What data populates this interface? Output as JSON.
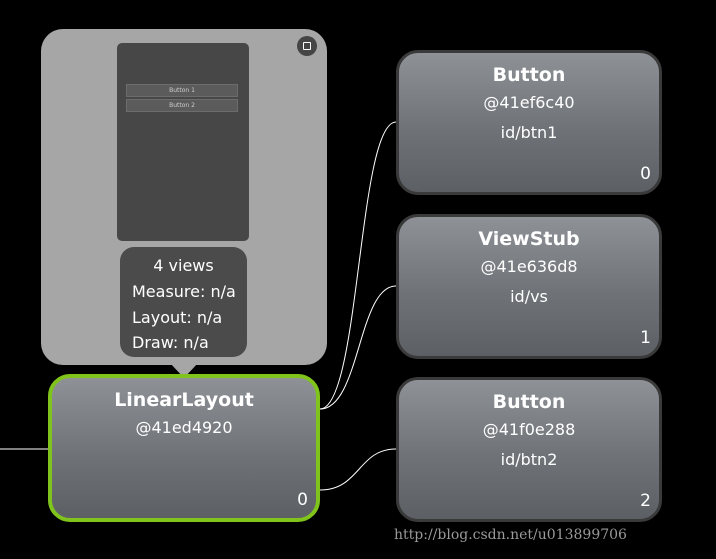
{
  "preview": {
    "buttons": [
      "Button 1",
      "Button 2"
    ],
    "views": "4 views",
    "measure_label": "Measure:",
    "measure_value": "n/a",
    "layout_label": "Layout:",
    "layout_value": "n/a",
    "draw_label": "Draw:",
    "draw_value": "n/a"
  },
  "nodes": {
    "root": {
      "class": "LinearLayout",
      "hash": "@41ed4920",
      "index": "0"
    },
    "btn1": {
      "class": "Button",
      "hash": "@41ef6c40",
      "id": "id/btn1",
      "index": "0"
    },
    "viewstub": {
      "class": "ViewStub",
      "hash": "@41e636d8",
      "id": "id/vs",
      "index": "1"
    },
    "btn2": {
      "class": "Button",
      "hash": "@41f0e288",
      "id": "id/btn2",
      "index": "2"
    }
  },
  "colors": {
    "background": "#000000",
    "selected_border": "#7fc31c",
    "node_border": "#3a3a3a",
    "wire": "#ffffff"
  },
  "watermark": "http://blog.csdn.net/u013899706"
}
